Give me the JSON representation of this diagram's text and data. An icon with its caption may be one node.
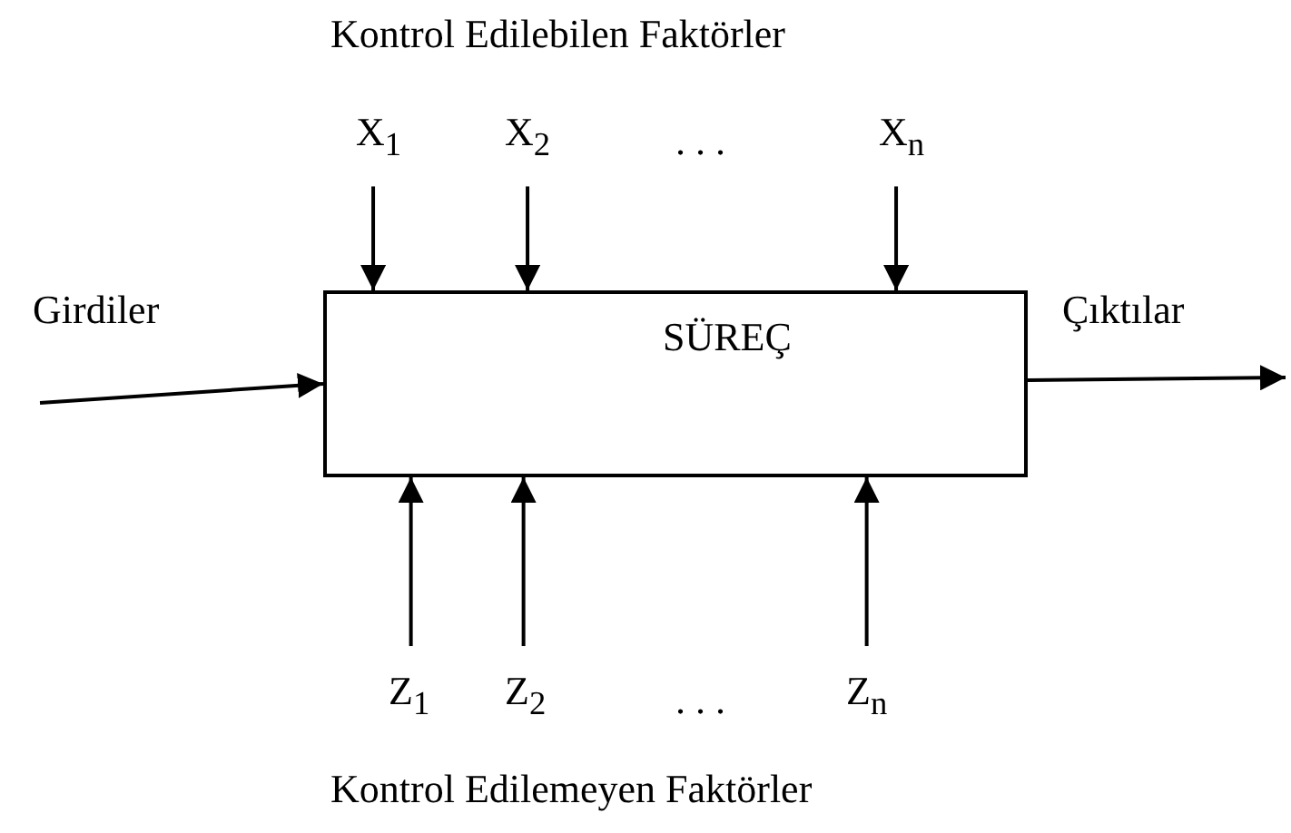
{
  "diagram": {
    "nodes": [
      {
        "text": [
          "SÜREÇ"
        ]
      },
      {
        "text": [
          "X$_{1}$"
        ]
      },
      {
        "text": [
          "X$_{2}$"
        ]
      },
      {
        "text": [
          "X$_{n}$"
        ]
      },
      {
        "text": [
          "Z$_{1}$"
        ]
      },
      {
        "text": [
          "Z$_{2}$"
        ]
      },
      {
        "text": [
          "Z$_{n}$"
        ]
      }
    ],
    "edges": [
      {
        "from": null,
        "to": 0,
        "arrow": "to",
        "label": "Girdiler"
      },
      {
        "from": 0,
        "to": null,
        "arrow": "to",
        "label": "Çıktılar"
      },
      {
        "from": 1,
        "to": 0,
        "arrow": "to"
      },
      {
        "from": 2,
        "to": 0,
        "arrow": "to"
      },
      {
        "from": 3,
        "to": 0,
        "arrow": "to"
      },
      {
        "from": 4,
        "to": 0,
        "arrow": "to"
      },
      {
        "from": 5,
        "to": 0,
        "arrow": "to"
      },
      {
        "from": 6,
        "to": 0,
        "arrow": "to"
      }
    ],
    "labels": [
      "Kontrol Edilebilen Faktörler",
      ". . .",
      ". . .",
      "Kontrol Edilemeyen Faktörler"
    ]
  }
}
